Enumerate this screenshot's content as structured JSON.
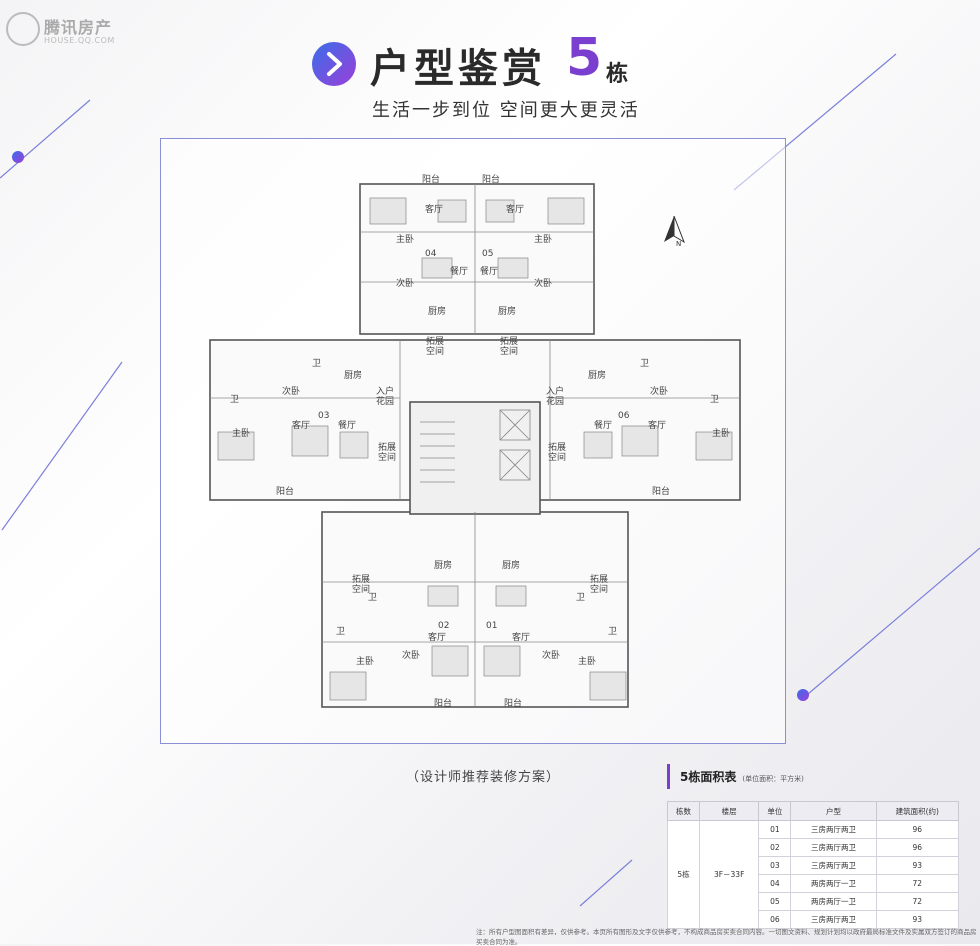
{
  "watermark": {
    "brand": "腾讯房产",
    "domain": "HOUSE.QQ.COM"
  },
  "header": {
    "title": "户型鉴赏",
    "building_number": "5",
    "building_suffix": "栋",
    "subtitle": "生活一步到位  空间更大更灵活"
  },
  "plan": {
    "caption": "（设计师推荐装修方案）",
    "north_label": "N",
    "rooms": {
      "balcony": "阳台",
      "living": "客厅",
      "dining": "餐厅",
      "master": "主卧",
      "second": "次卧",
      "kitchen": "厨房",
      "bath": "卫",
      "ext1": "拓展",
      "ext2": "空间",
      "entry1": "入户",
      "entry2": "花园"
    },
    "unit_codes": [
      "01",
      "02",
      "03",
      "04",
      "05",
      "06"
    ]
  },
  "area_table": {
    "title": "5栋面积表",
    "unit_note": "(单位面积：平方米)",
    "headers": [
      "栋数",
      "楼层",
      "单位",
      "户型",
      "建筑面积(约)"
    ],
    "building": "5栋",
    "floors": "3F－33F",
    "rows": [
      {
        "unit": "01",
        "type": "三房两厅两卫",
        "area": "96"
      },
      {
        "unit": "02",
        "type": "三房两厅两卫",
        "area": "96"
      },
      {
        "unit": "03",
        "type": "三房两厅两卫",
        "area": "93"
      },
      {
        "unit": "04",
        "type": "两房两厅一卫",
        "area": "72"
      },
      {
        "unit": "05",
        "type": "两房两厅一卫",
        "area": "72"
      },
      {
        "unit": "06",
        "type": "三房两厅两卫",
        "area": "93"
      }
    ],
    "note": "注：所有户型图面积有差异，仅供参考。本页所有图形及文字仅供参考，不构成商品房买卖合同内容。一切图文资料、规划计划均以政府最局标准文件及实属双方签订的商品房买卖合同为准。"
  },
  "colors": {
    "accent": "#7b3fd0",
    "accent2": "#3a6ee8",
    "frame": "#8a8fd6"
  }
}
